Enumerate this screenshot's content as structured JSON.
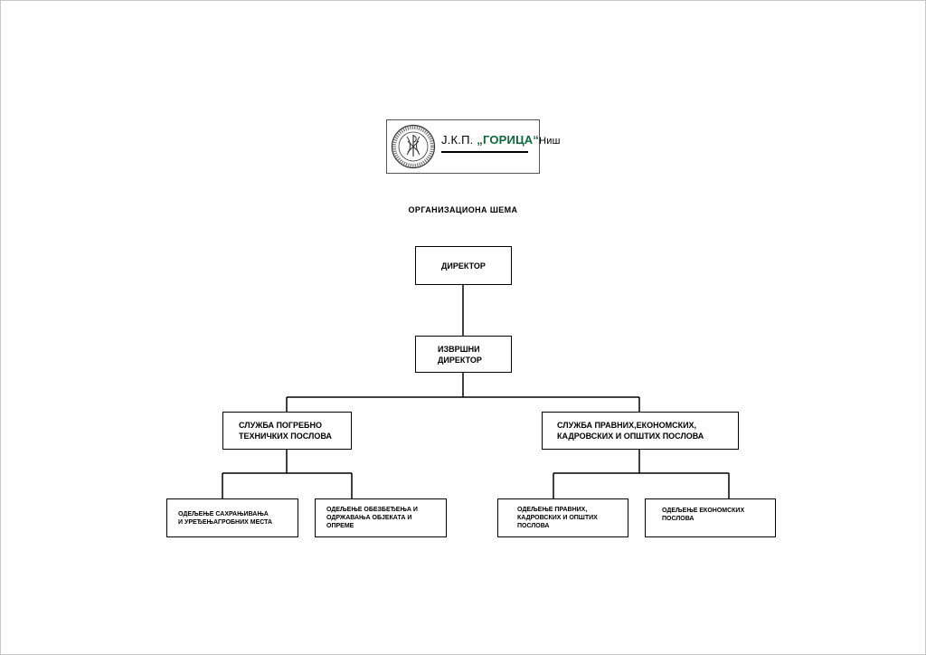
{
  "logo": {
    "seal_ring_text": "ЈКП ГРОБЉАНСКО ПРЕДУЗЕЋЕ ГОРИЦА НИШ",
    "org_prefix": "Ј.К.П. ",
    "org_name": "„ГОРИЦА“",
    "org_city": "Ниш"
  },
  "title": "ОРГАНИЗАЦИОНА ШЕМА",
  "nodes": {
    "director": "ДИРЕКТОР",
    "executive_director": "ИЗВРШНИ\nДИРЕКТОР",
    "service_burial": "СЛУЖБА ПОГРЕБНО\nТЕХНИЧКИХ ПОСЛОВА",
    "service_legal": "СЛУЖБА ПРАВНИХ,ЕКОНОМСКИХ,\nКАДРОВСКИХ И ОПШТИХ ПОСЛОВА",
    "dept_burial": "ОДЕЉЕЊЕ САХРАЊИВАЊА\nИ УРЕЂЕЊАГРОБНИХ МЕСТА",
    "dept_maintenance": "ОДЕЉЕЊЕ ОБЕЗБЕЂЕЊА И\nОДРЖАВАЊА ОБЈЕКАТА И\nОПРЕМЕ",
    "dept_legal": "ОДЕЉЕЊЕ ПРАВНИХ,\nКАДРОВСКИХ И ОПШТИХ\nПОСЛОВА",
    "dept_economic": "ОДЕЉЕЊЕ ЕКОНОМСКИХ\nПОСЛОВА"
  },
  "colors": {
    "brand_green": "#0f6a3a",
    "line": "#000000"
  }
}
